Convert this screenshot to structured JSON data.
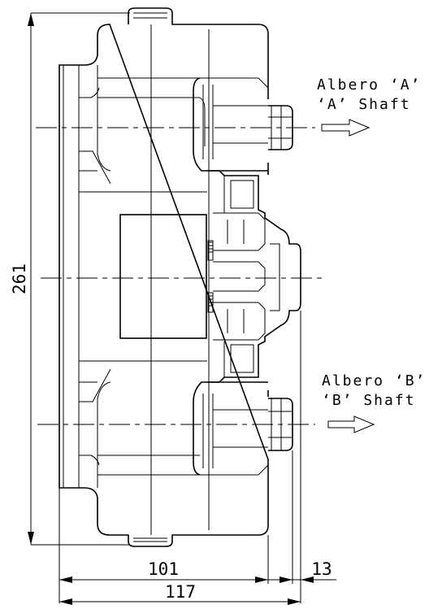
{
  "labels": {
    "shaft_a_line1": "Albero ‘A’",
    "shaft_a_line2": "‘A’ Shaft",
    "shaft_b_line1": "Albero ‘B’",
    "shaft_b_line2": "‘B’ Shaft"
  },
  "dimensions": {
    "height": "261",
    "body_width": "101",
    "flange_width": "13",
    "overall_width": "117"
  }
}
